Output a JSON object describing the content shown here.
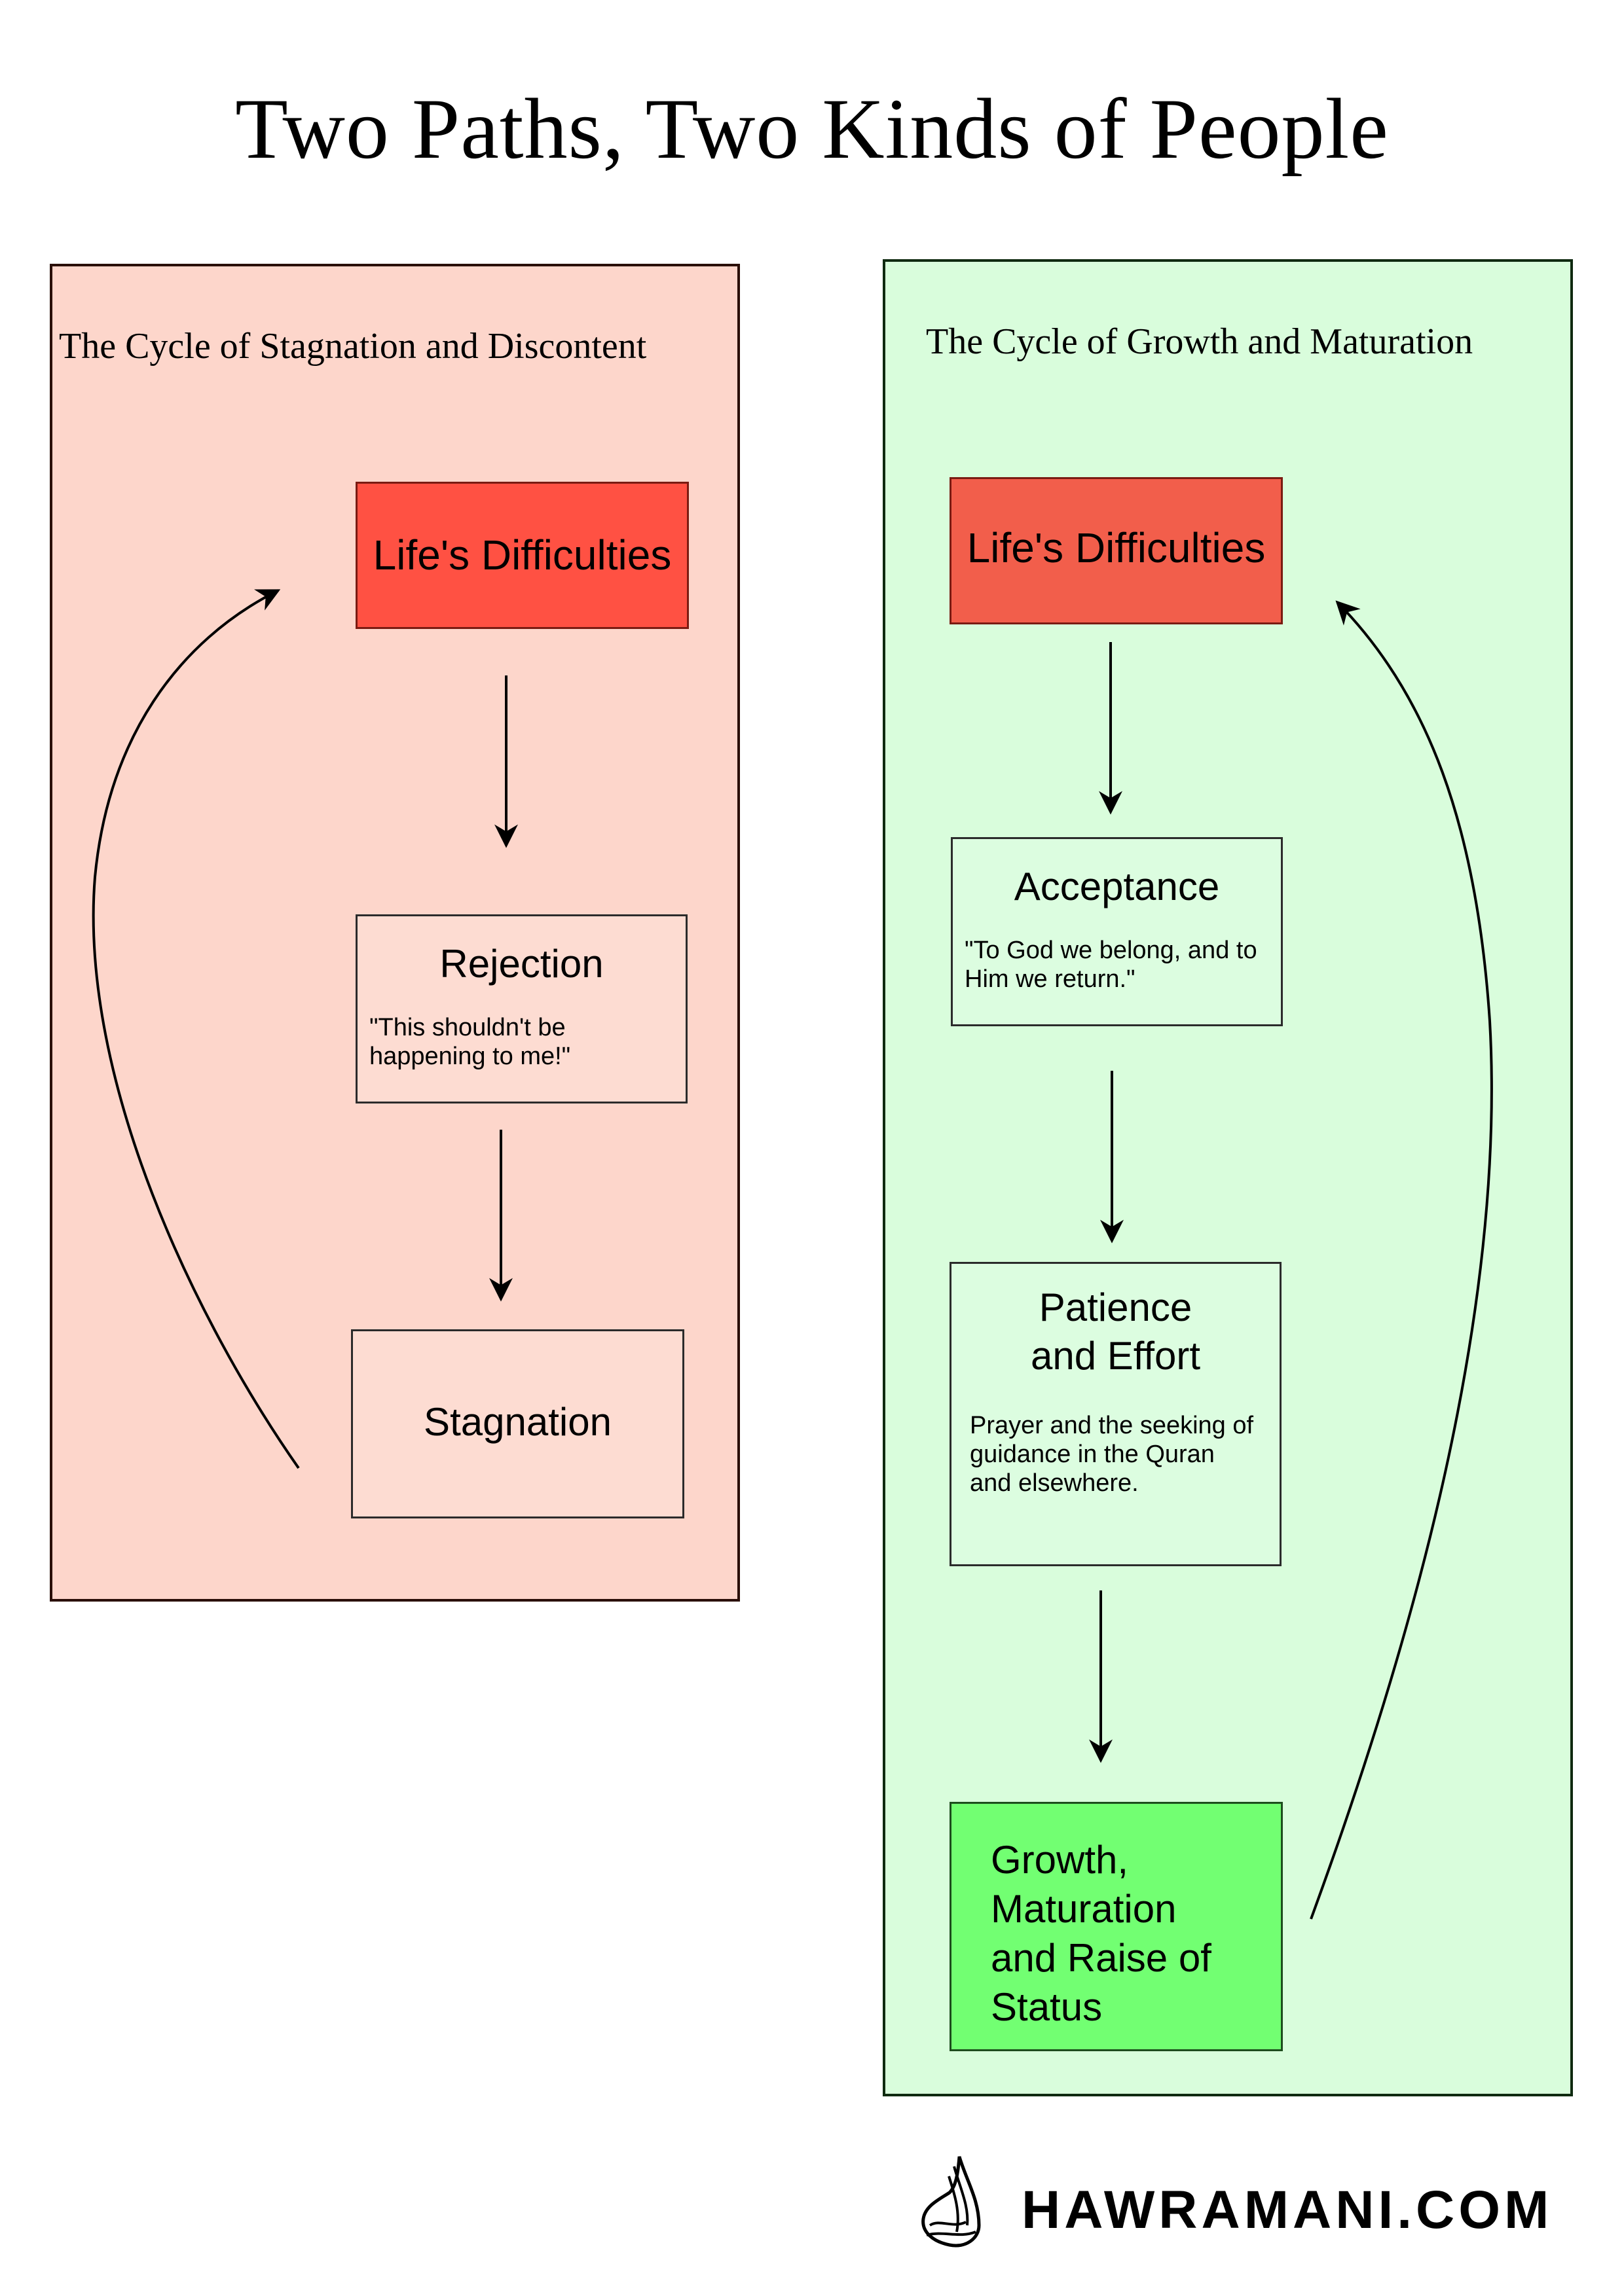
{
  "title": "Two Paths, Two Kinds of People",
  "left_panel": {
    "title": "The Cycle of Stagnation and Discontent",
    "background": "#fdd6cb",
    "boxes": [
      {
        "heading": "Life's Difficulties",
        "detail": "",
        "color": "#ff5143"
      },
      {
        "heading": "Rejection",
        "detail": "\"This shouldn't be happening to me!\"",
        "color": "#fddcd2"
      },
      {
        "heading": "Stagnation",
        "detail": "",
        "color": "#fddcd2"
      }
    ]
  },
  "right_panel": {
    "title": "The Cycle of Growth and Maturation",
    "background": "#d9fddc",
    "boxes": [
      {
        "heading": "Life's Difficulties",
        "detail": "",
        "color": "#f25e4b"
      },
      {
        "heading": "Acceptance",
        "detail": "\"To God we belong, and to Him we return.\"",
        "color": "#dcfde0"
      },
      {
        "heading_line1": "Patience",
        "heading_line2": "and Effort",
        "detail": "Prayer and the seeking of guidance in the Quran and elsewhere.",
        "color": "#dcfde0"
      },
      {
        "heading": "Growth, Maturation and Raise of Status",
        "detail": "",
        "color": "#72ff72"
      }
    ]
  },
  "logo": {
    "text": "HAWRAMANI.COM",
    "icon": "calligraphy-icon"
  }
}
